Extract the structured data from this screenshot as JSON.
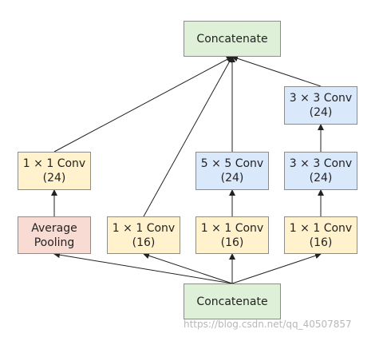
{
  "nodes": {
    "concat_top": {
      "line1": "Concatenate"
    },
    "avg_pool": {
      "line1": "Average",
      "line2": "Pooling"
    },
    "conv1x1_a": {
      "line1": "1 × 1 Conv",
      "line2": "(24)"
    },
    "conv1x1_b": {
      "line1": "1 × 1 Conv",
      "line2": "(16)"
    },
    "conv1x1_c": {
      "line1": "1 × 1 Conv",
      "line2": "(16)"
    },
    "conv5x5": {
      "line1": "5 × 5 Conv",
      "line2": "(24)"
    },
    "conv1x1_d": {
      "line1": "1 × 1 Conv",
      "line2": "(16)"
    },
    "conv3x3_a": {
      "line1": "3 × 3 Conv",
      "line2": "(24)"
    },
    "conv3x3_b": {
      "line1": "3 × 3 Conv",
      "line2": "(24)"
    },
    "concat_bottom": {
      "line1": "Concatenate"
    }
  },
  "colors": {
    "concat": "#dff0d8",
    "conv1x1": "#fff2cc",
    "conv_large": "#dae8fc",
    "pooling": "#f8dcd3",
    "border": "#8c8c8c",
    "arrow": "#222222"
  },
  "watermark": "https://blog.csdn.net/qq_40507857"
}
